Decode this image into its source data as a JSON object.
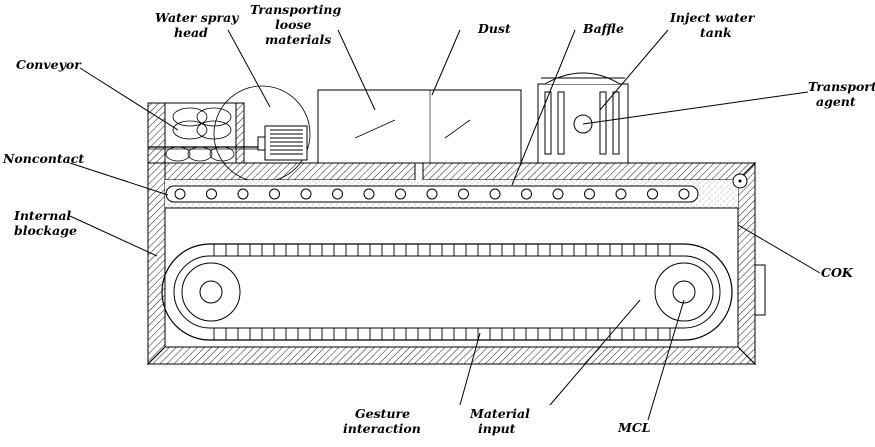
{
  "labels": {
    "water_spray_head": [
      "Water spray",
      "head"
    ],
    "transporting_loose_materials": [
      "Transporting",
      "loose",
      "materials"
    ],
    "dust": [
      "Dust"
    ],
    "baffle": [
      "Baffle"
    ],
    "inject_water_tank": [
      "Inject water",
      "tank"
    ],
    "conveyor": [
      "Conveyor"
    ],
    "transport_agent": [
      "Transport",
      "agent"
    ],
    "noncontact": [
      "Noncontact"
    ],
    "internal_blockage": [
      "Internal",
      "blockage"
    ],
    "cok": [
      "COK"
    ],
    "gesture_interaction": [
      "Gesture",
      "interaction"
    ],
    "material_input": [
      "Material",
      "input"
    ],
    "mcl": [
      "MCL"
    ]
  },
  "colors": {
    "line": "#000000",
    "paper": "#ffffff",
    "fill": "#e6e6e6"
  }
}
